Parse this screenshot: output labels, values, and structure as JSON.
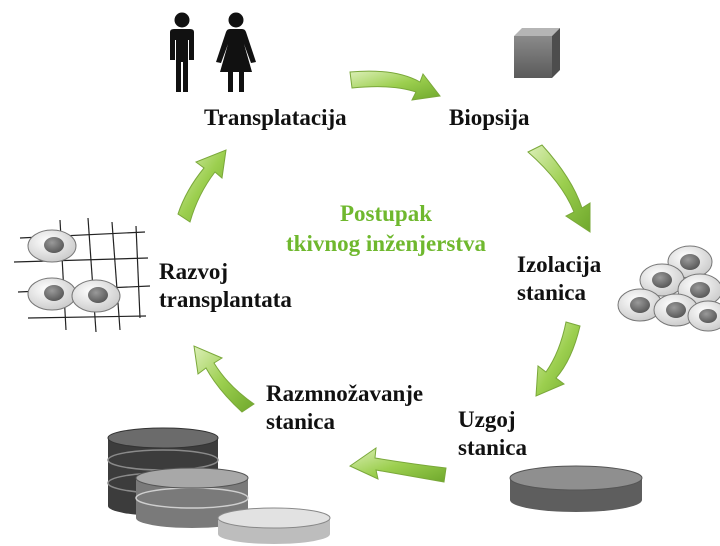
{
  "title": {
    "line1": "Postupak",
    "line2": "tkivnog inženjerstva",
    "color": "#6fb82e"
  },
  "arrow_color": "#8cc63f",
  "steps": [
    {
      "id": "transplatacija",
      "lines": [
        "Transplatacija"
      ],
      "icon": "people-icon"
    },
    {
      "id": "biopsija",
      "lines": [
        "Biopsija"
      ],
      "icon": "tissue-cube-icon"
    },
    {
      "id": "izolacija",
      "lines": [
        "Izolacija",
        "stanica"
      ],
      "icon": "cell-cluster-icon"
    },
    {
      "id": "uzgoj",
      "lines": [
        "Uzgoj",
        "stanica"
      ],
      "icon": "culture-dish-icon"
    },
    {
      "id": "razmnozavanje",
      "lines": [
        "Razmnožavanje",
        "stanica"
      ],
      "icon": "stacked-dishes-icon"
    },
    {
      "id": "razvoj",
      "lines": [
        "Razvoj",
        "transplantata"
      ],
      "icon": "scaffold-cells-icon"
    }
  ]
}
